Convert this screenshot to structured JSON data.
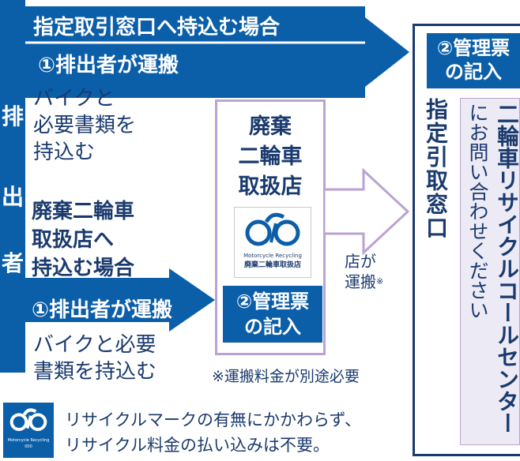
{
  "top_route": {
    "title": "指定取引窓口へ持込む場合",
    "step1": "①排出者が運搬",
    "desc_line1": "バイクと",
    "desc_line2": "必要書類を",
    "desc_line3": "持込む"
  },
  "left_sidebar": {
    "c1": "排",
    "c2": "出",
    "c3": "者"
  },
  "bottom_route": {
    "title_line1": "廃棄二輪車",
    "title_line2": "取扱店へ",
    "title_line3": "持込む場合",
    "step1": "①排出者が運搬",
    "desc_line1": "バイクと必要",
    "desc_line2": "書類を持込む"
  },
  "shop_box": {
    "title_line1": "廃棄",
    "title_line2": "二輪車",
    "title_line3": "取扱店",
    "logo_caption": "Motorcycle Recycling",
    "logo_label": "廃棄二輪車取扱店",
    "manifest_line1": "②管理票",
    "manifest_line2": "の記入"
  },
  "shop_transport": {
    "line1": "店が",
    "line2": "運搬",
    "mark": "※"
  },
  "footnote": "※運搬料金が別途必要",
  "window_box": {
    "manifest_line1": "②管理票",
    "manifest_line2": "の記入",
    "vertical_title": "指定引取窓口"
  },
  "callcenter_panel": {
    "name": "二輪車リサイクルコールセンター",
    "text": "にお問い合わせください"
  },
  "bottom_note": {
    "logo_caption": "Motorcycle Recycling",
    "logo_sub": "000",
    "line1": "リサイクルマークの有無にかかわらず、",
    "line2": "リサイクル料金の払い込みは不要。"
  },
  "colors": {
    "navy": "#1a3a6e",
    "blue": "#0b5ea8",
    "purple_border": "#b9a3d3",
    "callcenter_bg": "#eceaf5"
  }
}
